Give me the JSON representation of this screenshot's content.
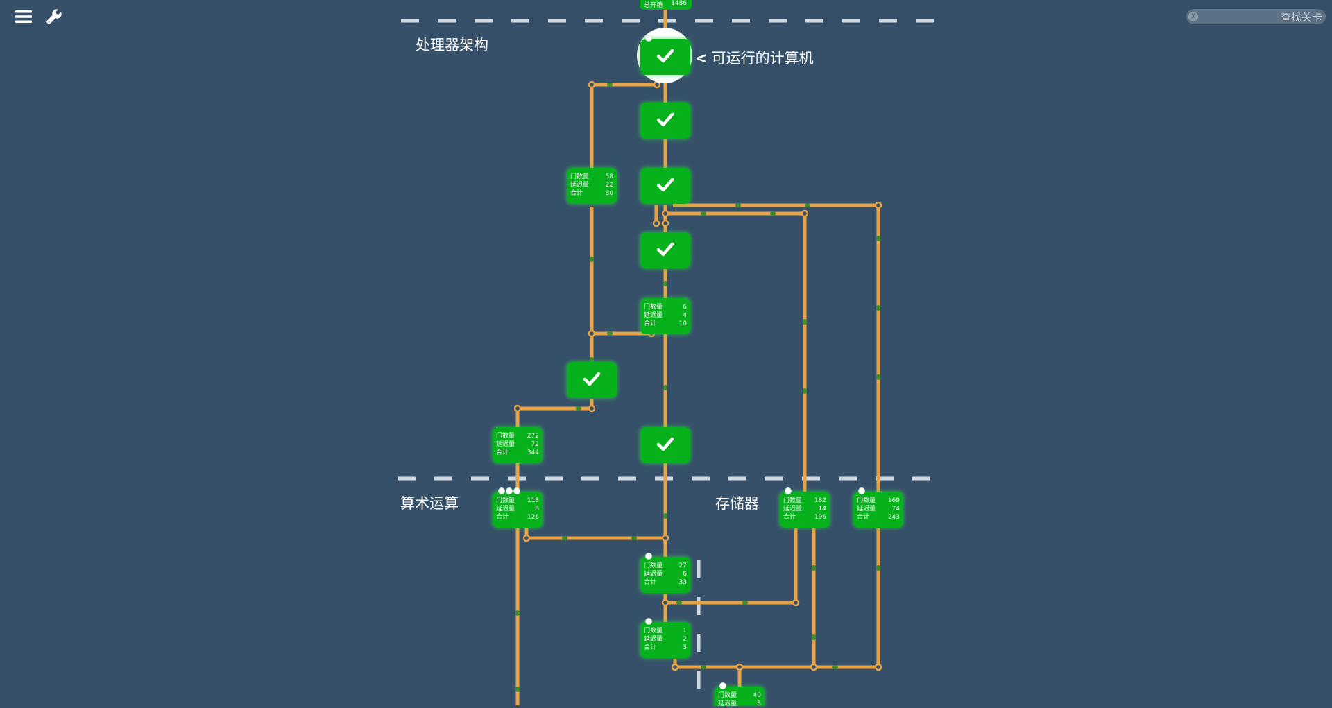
{
  "toolbar": {
    "menu_icon": "hamburger-menu-icon",
    "settings_icon": "wrench-icon"
  },
  "search": {
    "placeholder": "查找关卡",
    "clear_label": "X"
  },
  "sections": {
    "processor_architecture": "处理器架构",
    "arithmetic": "算术运算",
    "memory": "存储器"
  },
  "current_level": {
    "label": "可运行的计算机",
    "arrow": "<"
  },
  "stat_labels": {
    "gates": "门数量",
    "delay": "延迟量",
    "total": "合计"
  },
  "top_summary": {
    "label": "总开销",
    "value": "1486"
  },
  "levels": [
    {
      "id": "L1",
      "status": "completed",
      "icon": "checkmark-icon"
    },
    {
      "id": "L2",
      "status": "completed",
      "icon": "checkmark-icon"
    },
    {
      "id": "L3",
      "status": "completed",
      "icon": "checkmark-icon"
    },
    {
      "id": "L4",
      "status": "completed",
      "gates": "58",
      "delay": "22",
      "total": "80"
    },
    {
      "id": "L5",
      "status": "completed",
      "icon": "checkmark-icon"
    },
    {
      "id": "L6",
      "status": "completed",
      "gates": "6",
      "delay": "4",
      "total": "10"
    },
    {
      "id": "L7",
      "status": "completed",
      "icon": "checkmark-icon"
    },
    {
      "id": "L8",
      "status": "completed",
      "gates": "272",
      "delay": "72",
      "total": "344"
    },
    {
      "id": "L9",
      "status": "completed",
      "icon": "checkmark-icon"
    },
    {
      "id": "L10",
      "status": "completed",
      "gates": "118",
      "delay": "8",
      "total": "126"
    },
    {
      "id": "L11",
      "status": "completed",
      "gates": "182",
      "delay": "14",
      "total": "196"
    },
    {
      "id": "L12",
      "status": "completed",
      "gates": "169",
      "delay": "74",
      "total": "243"
    },
    {
      "id": "L13",
      "status": "completed",
      "gates": "27",
      "delay": "6",
      "total": "33"
    },
    {
      "id": "L14",
      "status": "completed",
      "gates": "1",
      "delay": "2",
      "total": "3"
    },
    {
      "id": "L15",
      "status": "completed",
      "gates": "40",
      "delay": "8"
    }
  ],
  "colors": {
    "background": "#37506a",
    "node_green": "#06b11b",
    "wire_orange": "#e8a444",
    "wire_signal_green": "#3f8a2a",
    "divider": "#d0d8e0"
  }
}
